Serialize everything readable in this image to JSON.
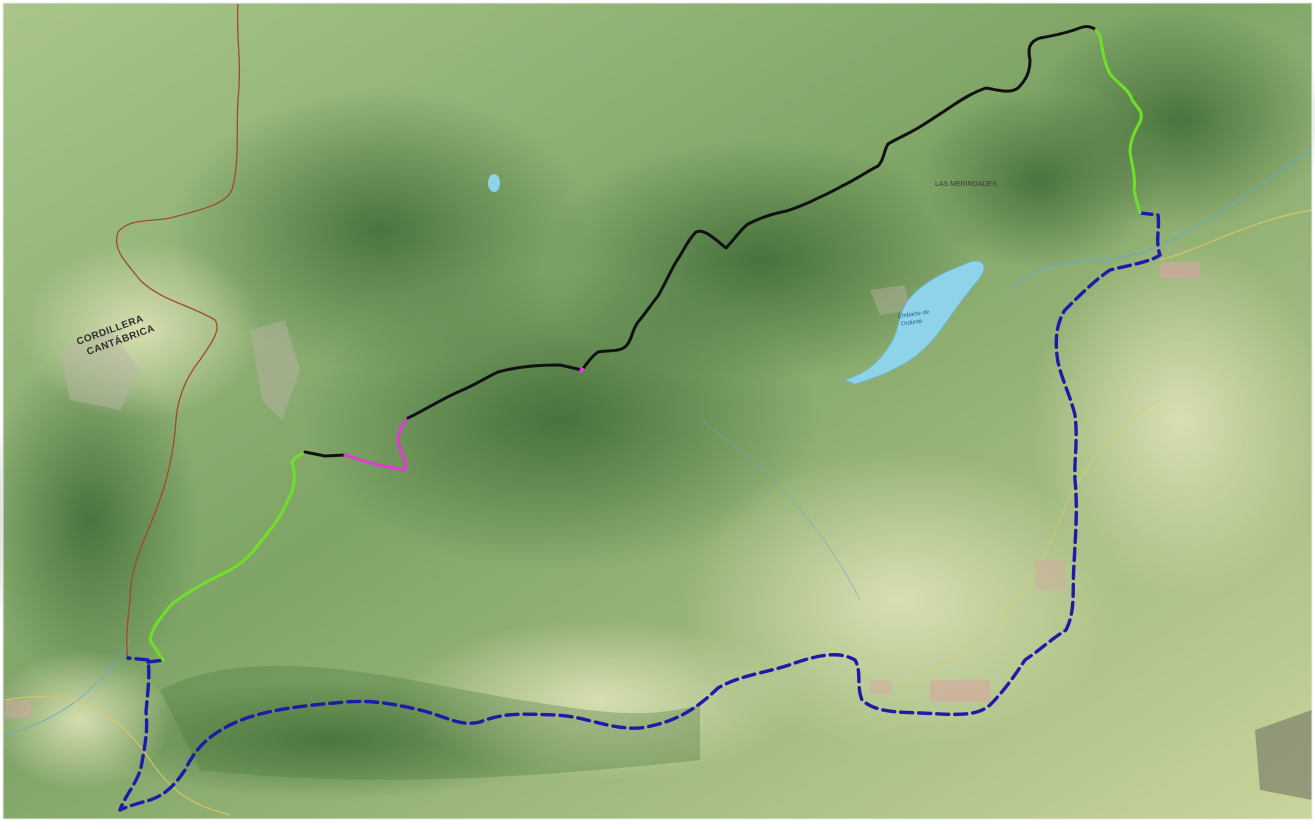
{
  "map": {
    "labels": {
      "cordillera_line1": "CORDILLERA",
      "cordillera_line2": "CANTÁBRICA",
      "las_merindades": "LAS MERINDADES",
      "embalse_line1": "Embalse de",
      "embalse_line2": "Ordunte"
    },
    "colors": {
      "route_black": "#111111",
      "route_green": "#6ee02a",
      "route_magenta": "#e23bd2",
      "route_blue_dashed": "#1f1aa8",
      "border_brown": "#a04a2a",
      "reservoir": "#8fd3ea",
      "terrain_light": "#b9cf93",
      "terrain_dark": "#4f7a3f"
    }
  }
}
